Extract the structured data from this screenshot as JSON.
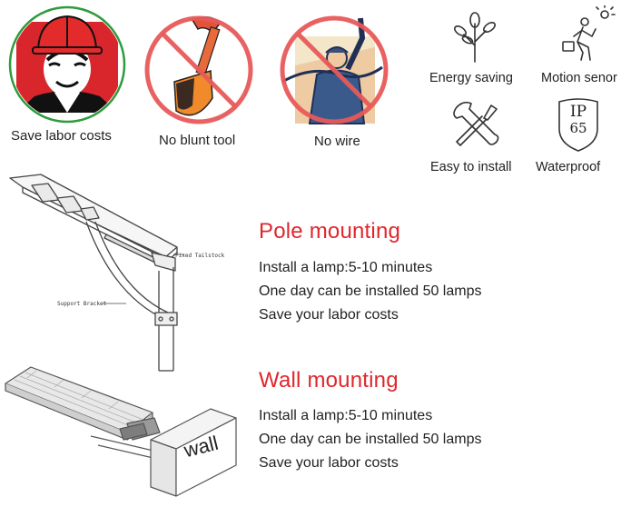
{
  "top_row": [
    {
      "label": "Save labor costs"
    },
    {
      "label": "No blunt tool"
    },
    {
      "label": "No wire"
    }
  ],
  "features": [
    {
      "label": "Energy saving",
      "icon": "tree-icon"
    },
    {
      "label": "Motion senor",
      "icon": "walking-person-icon"
    },
    {
      "label": "Easy to install",
      "icon": "wrench-screwdriver-icon"
    },
    {
      "label": "Waterproof",
      "icon": "ip65-shield-icon",
      "badge_top": "IP",
      "badge_bottom": "65"
    }
  ],
  "pole_diagram": {
    "label_tailstock": "Fixed Tailstock",
    "label_bracket": "Support Bracket"
  },
  "wall_diagram": {
    "wall_label": "wall"
  },
  "sections": [
    {
      "title": "Pole mounting",
      "lines": [
        "Install a lamp:5-10 minutes",
        "One day can be installed 50 lamps",
        "Save your labor costs"
      ]
    },
    {
      "title": "Wall mounting",
      "lines": [
        "Install a lamp:5-10 minutes",
        "One day can be installed 50 lamps",
        "Save your labor costs"
      ]
    }
  ],
  "colors": {
    "accent_red": "#e0262c",
    "prohibition_red": "#e85a5a",
    "circle_green": "#2e9b3c",
    "text": "#222222"
  }
}
